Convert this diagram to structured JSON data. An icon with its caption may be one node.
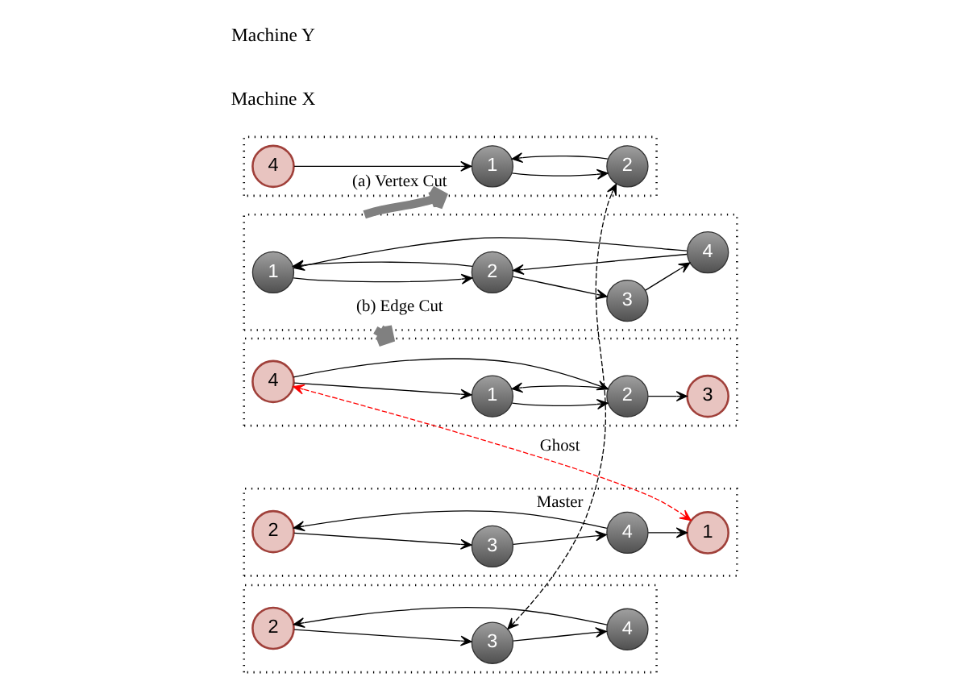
{
  "diagram": {
    "nodes": [
      {
        "text": [],
        "shape": "box"
      },
      {
        "text": [
          "1"
        ],
        "in": 0
      },
      {
        "text": [
          "2"
        ],
        "in": 0
      },
      {
        "text": [
          "3"
        ],
        "in": 0
      },
      {
        "text": [
          "4"
        ],
        "in": 0
      },
      {
        "text": [],
        "shape": "box"
      },
      {
        "text": [
          "1"
        ],
        "in": 5
      },
      {
        "text": [
          "2"
        ],
        "in": 5
      },
      {
        "text": [
          "4"
        ],
        "in": 5
      },
      {
        "text": [],
        "shape": "box"
      },
      {
        "text": [
          "2"
        ],
        "in": 9
      },
      {
        "text": [
          "3"
        ],
        "in": 9
      },
      {
        "text": [
          "4"
        ],
        "in": 9
      },
      {
        "text": [],
        "shape": "box"
      },
      {
        "text": [
          "1"
        ],
        "in": 13
      },
      {
        "text": [
          "2"
        ],
        "in": 13
      },
      {
        "text": [
          "3"
        ],
        "in": 13
      },
      {
        "text": [
          "4"
        ],
        "in": 13
      },
      {
        "text": [],
        "shape": "box"
      },
      {
        "text": [
          "1"
        ],
        "in": 18
      },
      {
        "text": [
          "2"
        ],
        "in": 18
      },
      {
        "text": [
          "3"
        ],
        "in": 18
      },
      {
        "text": [
          "4"
        ],
        "in": 18
      }
    ],
    "edges": [
      {
        "from": 0,
        "to": 5,
        "arrow": "to",
        "label": "(a) Vertex Cut",
        "style": "thick",
        "color": "#808080"
      },
      {
        "from": 0,
        "to": 13,
        "arrow": "to",
        "label": "(b) Edge Cut",
        "style": "thick",
        "color": "#808080"
      },
      {
        "from": 1,
        "to": 2,
        "arrow": "to"
      },
      {
        "from": 2,
        "to": 1,
        "arrow": "to"
      },
      {
        "from": 2,
        "to": 3,
        "arrow": "to"
      },
      {
        "from": 4,
        "to": 1,
        "arrow": "to"
      },
      {
        "from": 3,
        "to": 4,
        "arrow": "to"
      },
      {
        "from": 4,
        "to": 2,
        "arrow": "to"
      },
      {
        "from": 6,
        "to": 7,
        "arrow": "to"
      },
      {
        "from": 7,
        "to": 6,
        "arrow": "to"
      },
      {
        "from": 8,
        "to": 6,
        "arrow": "to"
      },
      {
        "from": 10,
        "to": 11,
        "arrow": "to"
      },
      {
        "from": 11,
        "to": 12,
        "arrow": "to"
      },
      {
        "from": 12,
        "to": 10,
        "arrow": "to"
      },
      {
        "from": 7,
        "to": 11,
        "arrow": "both",
        "label": "Master",
        "style": "dashed"
      },
      {
        "from": 14,
        "to": 15,
        "arrow": "to"
      },
      {
        "from": 15,
        "to": 14,
        "arrow": "to"
      },
      {
        "from": 15,
        "to": 16,
        "arrow": "to"
      },
      {
        "from": 17,
        "to": 14,
        "arrow": "to"
      },
      {
        "from": 17,
        "to": 15,
        "arrow": "to"
      },
      {
        "from": 22,
        "to": 19,
        "arrow": "to"
      },
      {
        "from": 20,
        "to": 21,
        "arrow": "to"
      },
      {
        "from": 21,
        "to": 22,
        "arrow": "to"
      },
      {
        "from": 22,
        "to": 20,
        "arrow": "to"
      },
      {
        "from": 17,
        "to": 19,
        "arrow": "both",
        "label": "Ghost",
        "style": "dashed",
        "color": "#ff0000"
      }
    ],
    "labels": [
      "Machine X",
      "Machine Y"
    ]
  }
}
